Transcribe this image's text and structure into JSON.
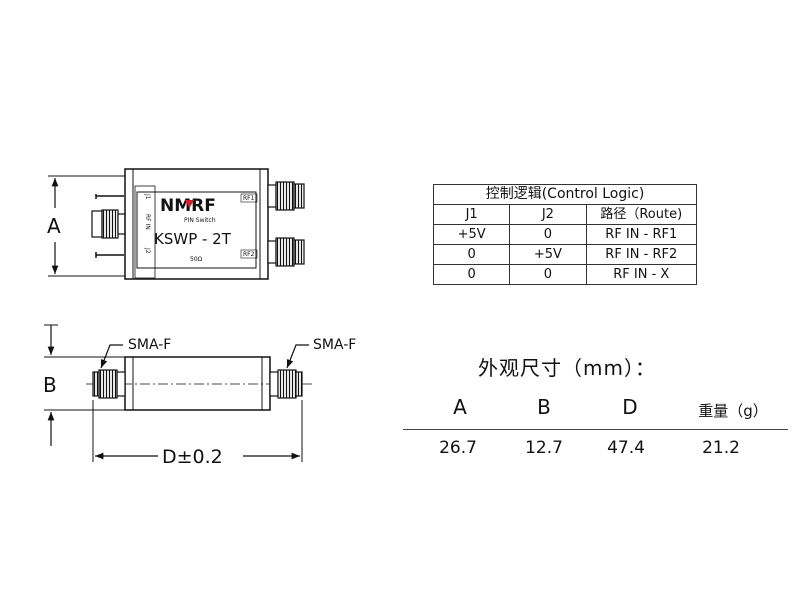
{
  "drawing": {
    "logo": "NMRF",
    "subtitle": "PIN  Switch",
    "model": "KSWP - 2T",
    "impedance": "50Ω",
    "port_rf1": "RF1",
    "port_rf2": "RF2",
    "side_j1": "J1",
    "side_rfin": "RF IN",
    "side_j2": "J2",
    "dim_a": "A",
    "dim_b": "B",
    "dim_d": "D±0.2",
    "connector_left": "SMA-F",
    "connector_right": "SMA-F"
  },
  "control_logic": {
    "title": "控制逻辑(Control Logic)",
    "headers": [
      "J1",
      "J2",
      "路径（Route)"
    ],
    "rows": [
      [
        "+5V",
        "0",
        "RF IN - RF1"
      ],
      [
        "0",
        "+5V",
        "RF IN - RF2"
      ],
      [
        "0",
        "0",
        "RF IN - X"
      ]
    ]
  },
  "dimensions": {
    "title": "外观尺寸（mm）：",
    "headers": [
      "A",
      "B",
      "D",
      "重量（g）"
    ],
    "values": [
      "26.7",
      "12.7",
      "47.4",
      "21.2"
    ]
  },
  "colors": {
    "ink": "#111111",
    "logo_red": "#d0202a"
  }
}
